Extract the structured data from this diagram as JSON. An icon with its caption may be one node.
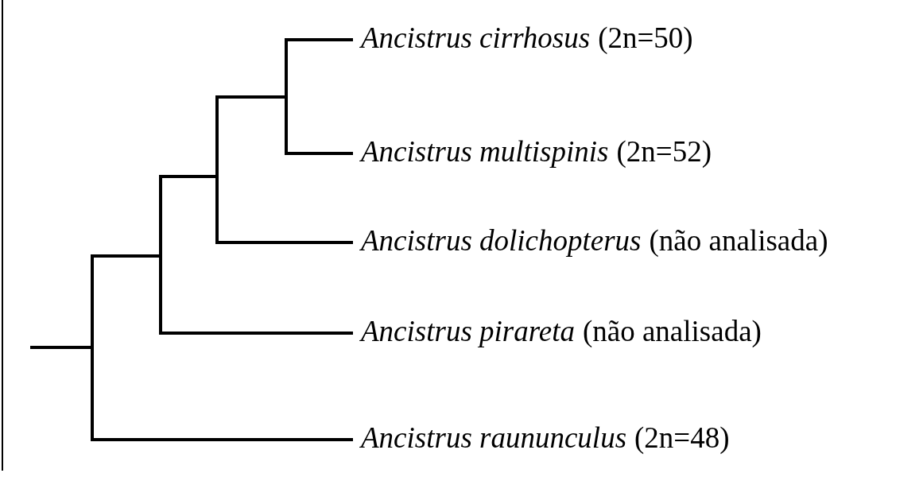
{
  "diagram": {
    "nodes": [
      {
        "text": [
          "Ancistrus cirrhosus",
          "(2n=50)"
        ]
      },
      {
        "text": [
          "Ancistrus multispinis",
          "(2n=52)"
        ]
      },
      {
        "text": [
          "Ancistrus dolichopterus",
          "(não analisada)"
        ]
      },
      {
        "text": [
          "Ancistrus pirareta",
          "(não analisada)"
        ]
      },
      {
        "text": [
          "Ancistrus raununculus",
          "(2n=48)"
        ]
      }
    ],
    "edges": [
      {
        "from": null,
        "to": 0,
        "arrow": "none"
      },
      {
        "from": null,
        "to": 1,
        "arrow": "none"
      },
      {
        "from": null,
        "to": 2,
        "arrow": "none"
      },
      {
        "from": null,
        "to": 3,
        "arrow": "none"
      },
      {
        "from": null,
        "to": 4,
        "arrow": "none"
      }
    ]
  }
}
